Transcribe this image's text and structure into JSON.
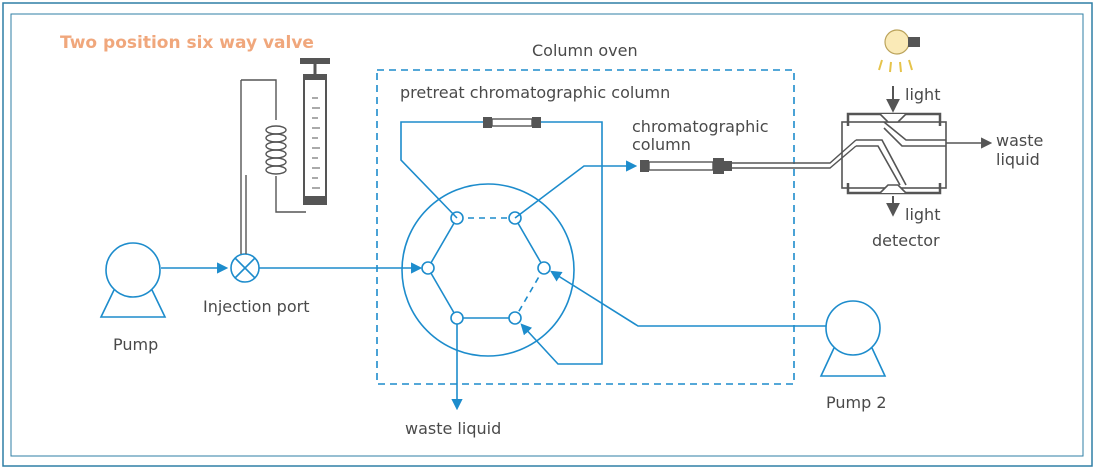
{
  "title": "Two position six way valve",
  "labels": {
    "column_oven": "Column oven",
    "pretreat_column": "pretreat chromatographic column",
    "chrom_column_line1": "chromatographic",
    "chrom_column_line2": "column",
    "light_top": "light",
    "light_bottom": "light",
    "detector": "detector",
    "waste_right_line1": "waste",
    "waste_right_line2": "liquid",
    "pump": "Pump",
    "injection_port": "Injection port",
    "waste_bottom": "waste liquid",
    "pump2": "Pump 2"
  },
  "colors": {
    "flow_line": "#1d8ccc",
    "title": "#f0a77c",
    "text": "#4a4a4a",
    "equipment": "#555555",
    "frame": "#2f7fa6"
  },
  "icons": [
    "pump-icon",
    "injection-valve-icon",
    "syringe-icon",
    "coil-icon",
    "column-icon",
    "detector-cell-icon",
    "light-bulb-icon",
    "pump2-icon"
  ]
}
